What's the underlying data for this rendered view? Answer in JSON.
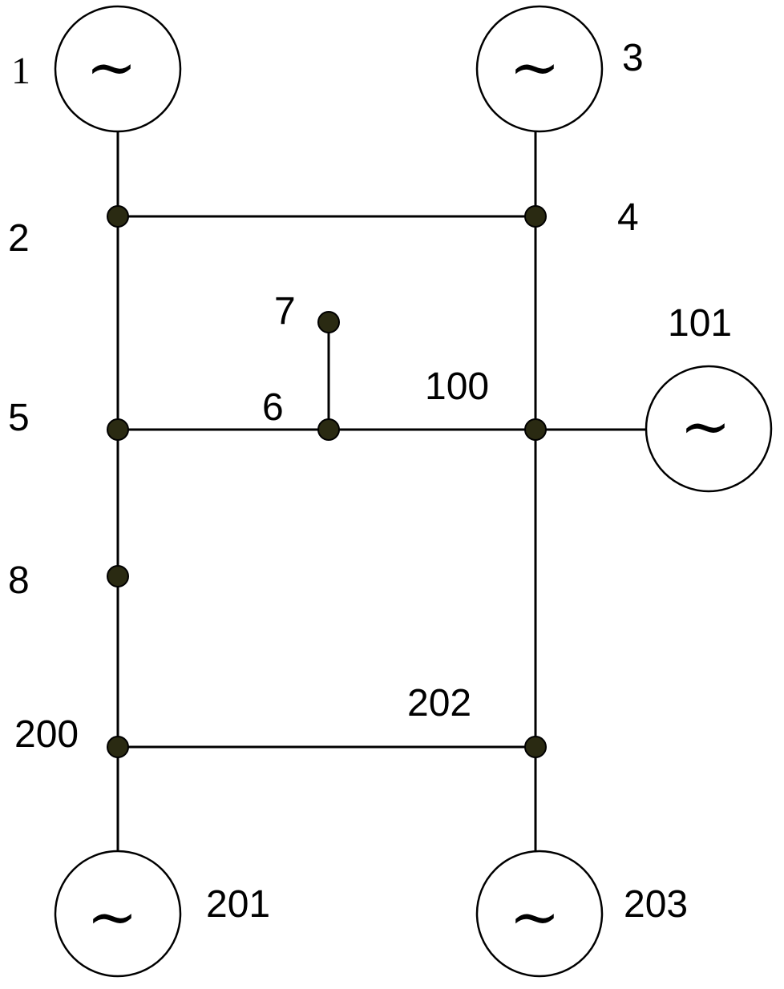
{
  "buses": [
    {
      "id": "bus-2",
      "label": "2"
    },
    {
      "id": "bus-4",
      "label": "4"
    },
    {
      "id": "bus-5",
      "label": "5"
    },
    {
      "id": "bus-6",
      "label": "6"
    },
    {
      "id": "bus-7",
      "label": "7"
    },
    {
      "id": "bus-8",
      "label": "8"
    },
    {
      "id": "bus-100",
      "label": "100"
    },
    {
      "id": "bus-200",
      "label": "200"
    },
    {
      "id": "bus-202",
      "label": "202"
    }
  ],
  "generators": [
    {
      "id": "gen-1",
      "label": "1",
      "symbol": "~"
    },
    {
      "id": "gen-3",
      "label": "3",
      "symbol": "~"
    },
    {
      "id": "gen-101",
      "label": "101",
      "symbol": "~"
    },
    {
      "id": "gen-201",
      "label": "201",
      "symbol": "~"
    },
    {
      "id": "gen-203",
      "label": "203",
      "symbol": "~"
    }
  ],
  "connections": [
    [
      "1",
      "2"
    ],
    [
      "3",
      "4"
    ],
    [
      "2",
      "4"
    ],
    [
      "2",
      "5"
    ],
    [
      "4",
      "100"
    ],
    [
      "5",
      "6"
    ],
    [
      "6",
      "7"
    ],
    [
      "6",
      "100"
    ],
    [
      "100",
      "101"
    ],
    [
      "5",
      "8"
    ],
    [
      "8",
      "200"
    ],
    [
      "100",
      "202"
    ],
    [
      "200",
      "202"
    ],
    [
      "200",
      "201"
    ],
    [
      "202",
      "203"
    ]
  ],
  "colors": {
    "bus_fill": "#2a2a12",
    "line": "#000000",
    "background": "#ffffff"
  }
}
